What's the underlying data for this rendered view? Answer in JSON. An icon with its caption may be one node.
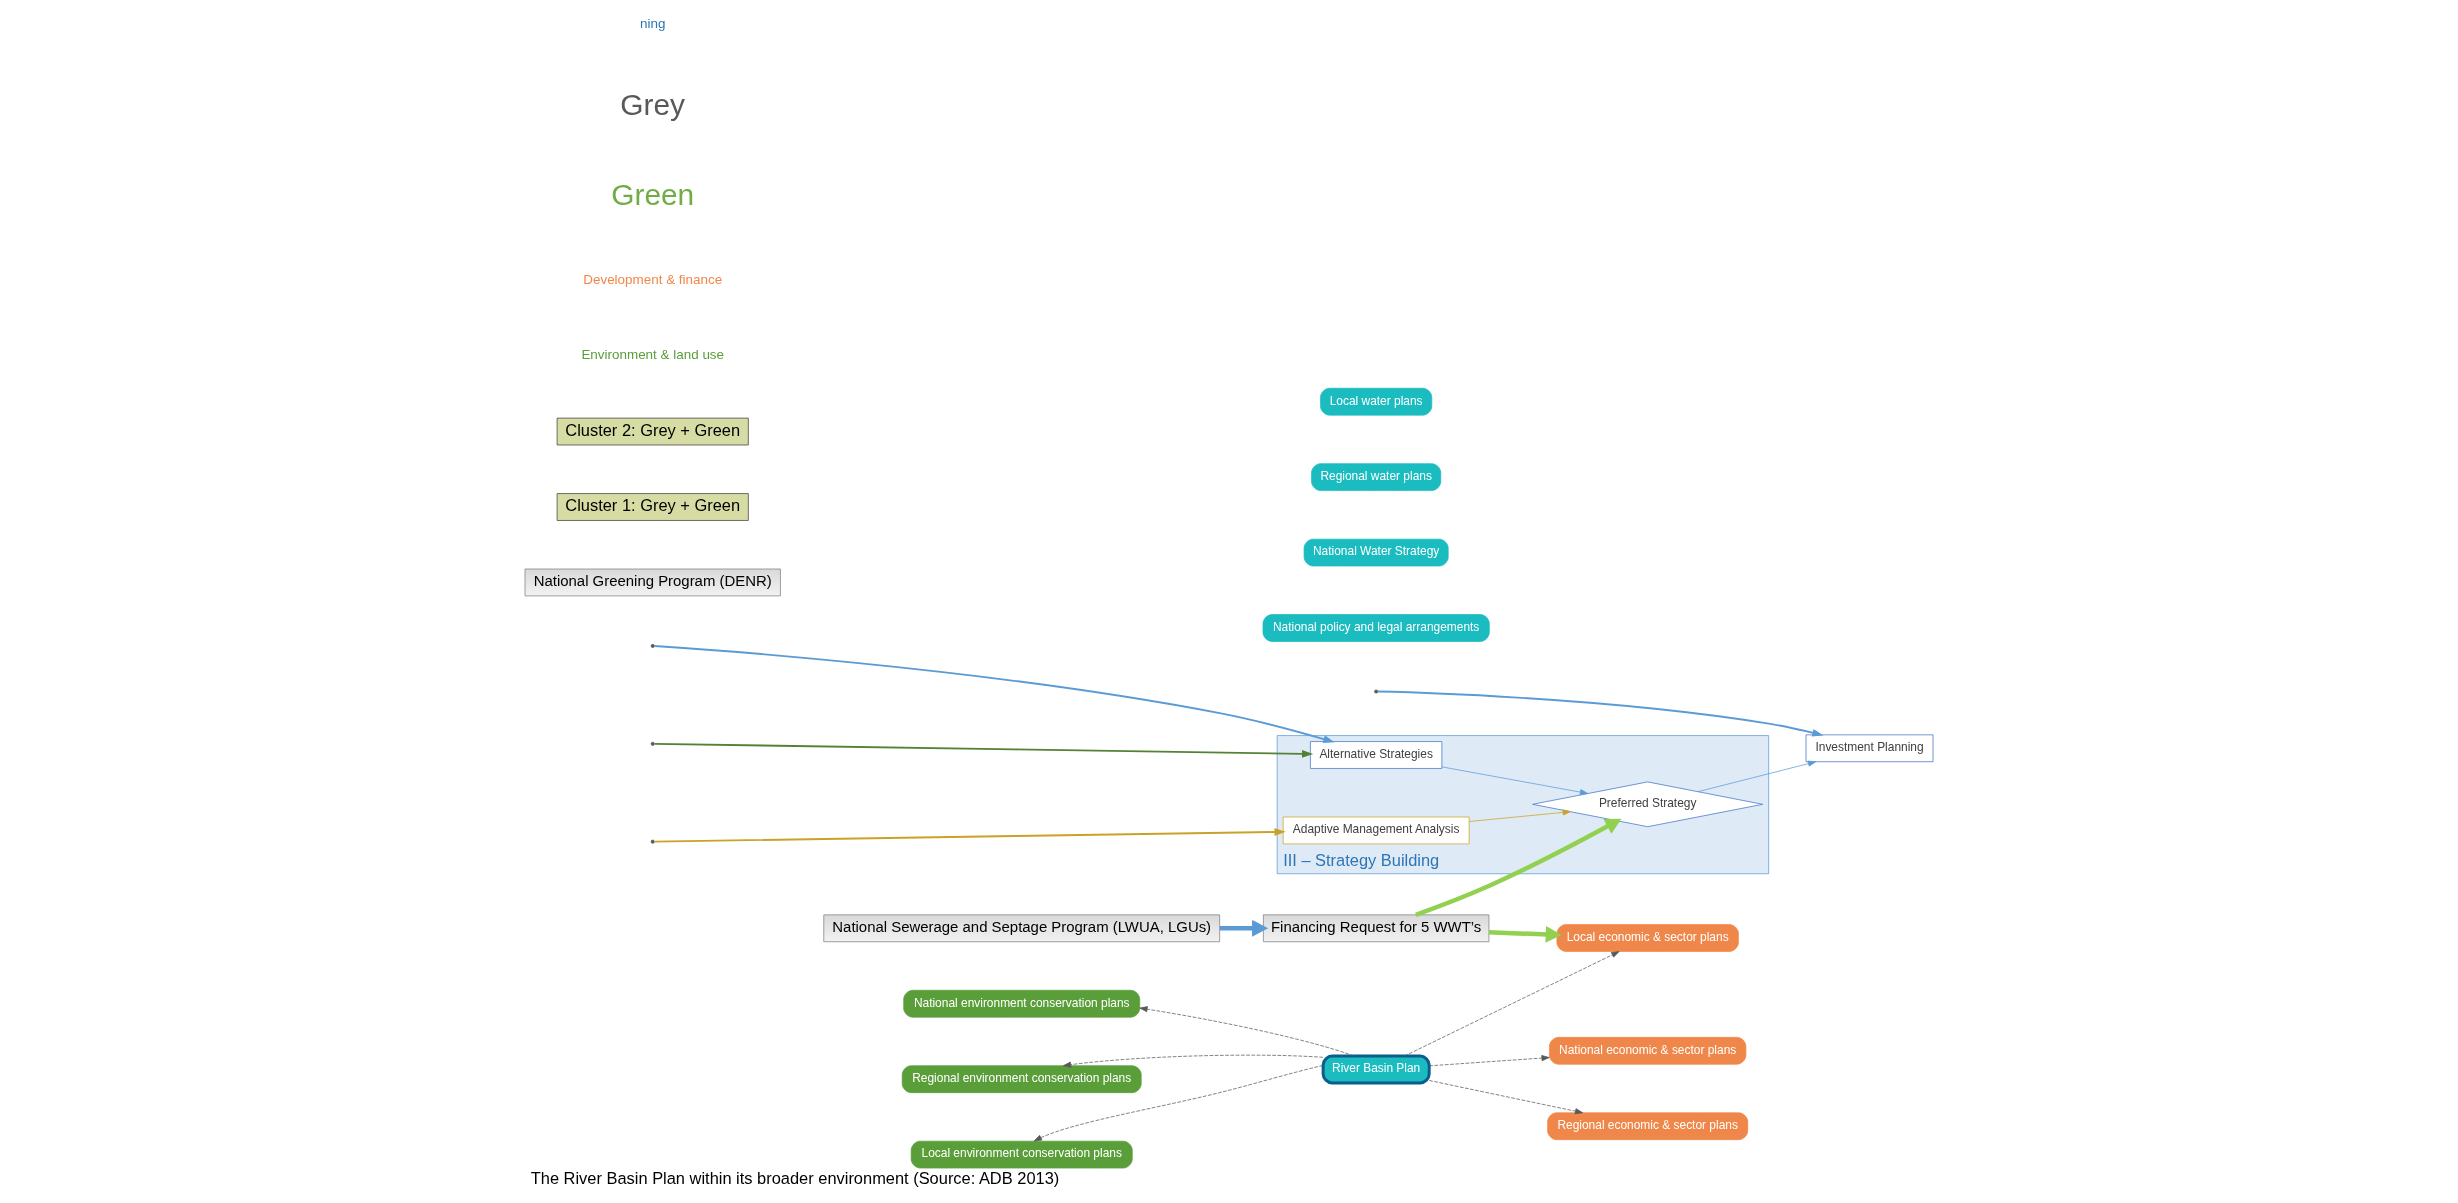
{
  "diagram": {
    "caption": "The River Basin Plan within its broader environment (Source: ADB 2013)",
    "nodes": [
      {
        "text": [
          "National policy and legal arrangements"
        ]
      },
      {
        "text": [
          "National Water Strategy"
        ]
      },
      {
        "text": [
          "River Basin Plan"
        ]
      },
      {
        "text": [
          "Regional water plans"
        ]
      },
      {
        "text": [
          "Local water plans"
        ]
      },
      {
        "text": [
          "National environment conservation plans"
        ]
      },
      {
        "text": [
          "Regional environment conservation plans"
        ]
      },
      {
        "text": [
          "Local environment conservation plans"
        ]
      },
      {
        "text": [
          "National economic & sector plans"
        ]
      },
      {
        "text": [
          "Regional economic & sector plans"
        ]
      },
      {
        "text": [
          "Local economic & sector plans"
        ]
      },
      {
        "text": [
          "National Greening Program (DENR)"
        ]
      },
      {
        "text": [
          "National Sewerage and Septage Program (LWUA, LGUs)"
        ]
      },
      {
        "text": [
          "Financing Request for 5 WWT’s"
        ]
      },
      {
        "text": [
          "III – Strategy Building"
        ]
      },
      {
        "text": [
          "Alternative Strategies"
        ],
        "in": 14
      },
      {
        "text": [
          "Adaptive Management Analysis"
        ],
        "in": 14
      },
      {
        "text": [
          "Preferred Strategy"
        ],
        "in": 14
      },
      {
        "text": [
          "Investment Planning"
        ]
      },
      {
        "text": [
          "Cluster 1: Grey + Green"
        ]
      },
      {
        "text": [
          "Cluster 2: Grey + Green"
        ]
      }
    ],
    "edges": [
      {
        "from": 2,
        "to": 5,
        "arrow": "to",
        "style": "dashed"
      },
      {
        "from": 2,
        "to": 6,
        "arrow": "to",
        "style": "dashed"
      },
      {
        "from": 2,
        "to": 7,
        "arrow": "to",
        "style": "dashed"
      },
      {
        "from": 2,
        "to": 8,
        "arrow": "to",
        "style": "dashed"
      },
      {
        "from": 2,
        "to": 9,
        "arrow": "to",
        "style": "dashed"
      },
      {
        "from": 2,
        "to": 10,
        "arrow": "to",
        "style": "dashed"
      },
      {
        "from": 12,
        "to": 13,
        "arrow": "to",
        "style": "thick",
        "color": "#5b9bd5"
      },
      {
        "from": 13,
        "to": 10,
        "arrow": "to",
        "style": "thick",
        "color": "#92d050"
      },
      {
        "from": 13,
        "to": 17,
        "arrow": "to",
        "style": "thick",
        "color": "#92d050"
      },
      {
        "from": null,
        "to": 15,
        "arrow": "to",
        "color": "#5b9bd5"
      },
      {
        "from": null,
        "to": 15,
        "arrow": "to",
        "color": "#548235"
      },
      {
        "from": null,
        "to": 16,
        "arrow": "to",
        "color": "#c9a227"
      },
      {
        "from": 15,
        "to": 17,
        "arrow": "to",
        "color": "#5b9bd5"
      },
      {
        "from": 16,
        "to": 17,
        "arrow": "to",
        "color": "#c9a227"
      },
      {
        "from": 17,
        "to": 18,
        "arrow": "to",
        "color": "#5b9bd5"
      },
      {
        "from": null,
        "to": 18,
        "arrow": "to",
        "color": "#5b9bd5"
      }
    ],
    "labels": [
      "Environment & land use",
      "Development & finance",
      "Green",
      "Grey",
      "ning"
    ]
  }
}
